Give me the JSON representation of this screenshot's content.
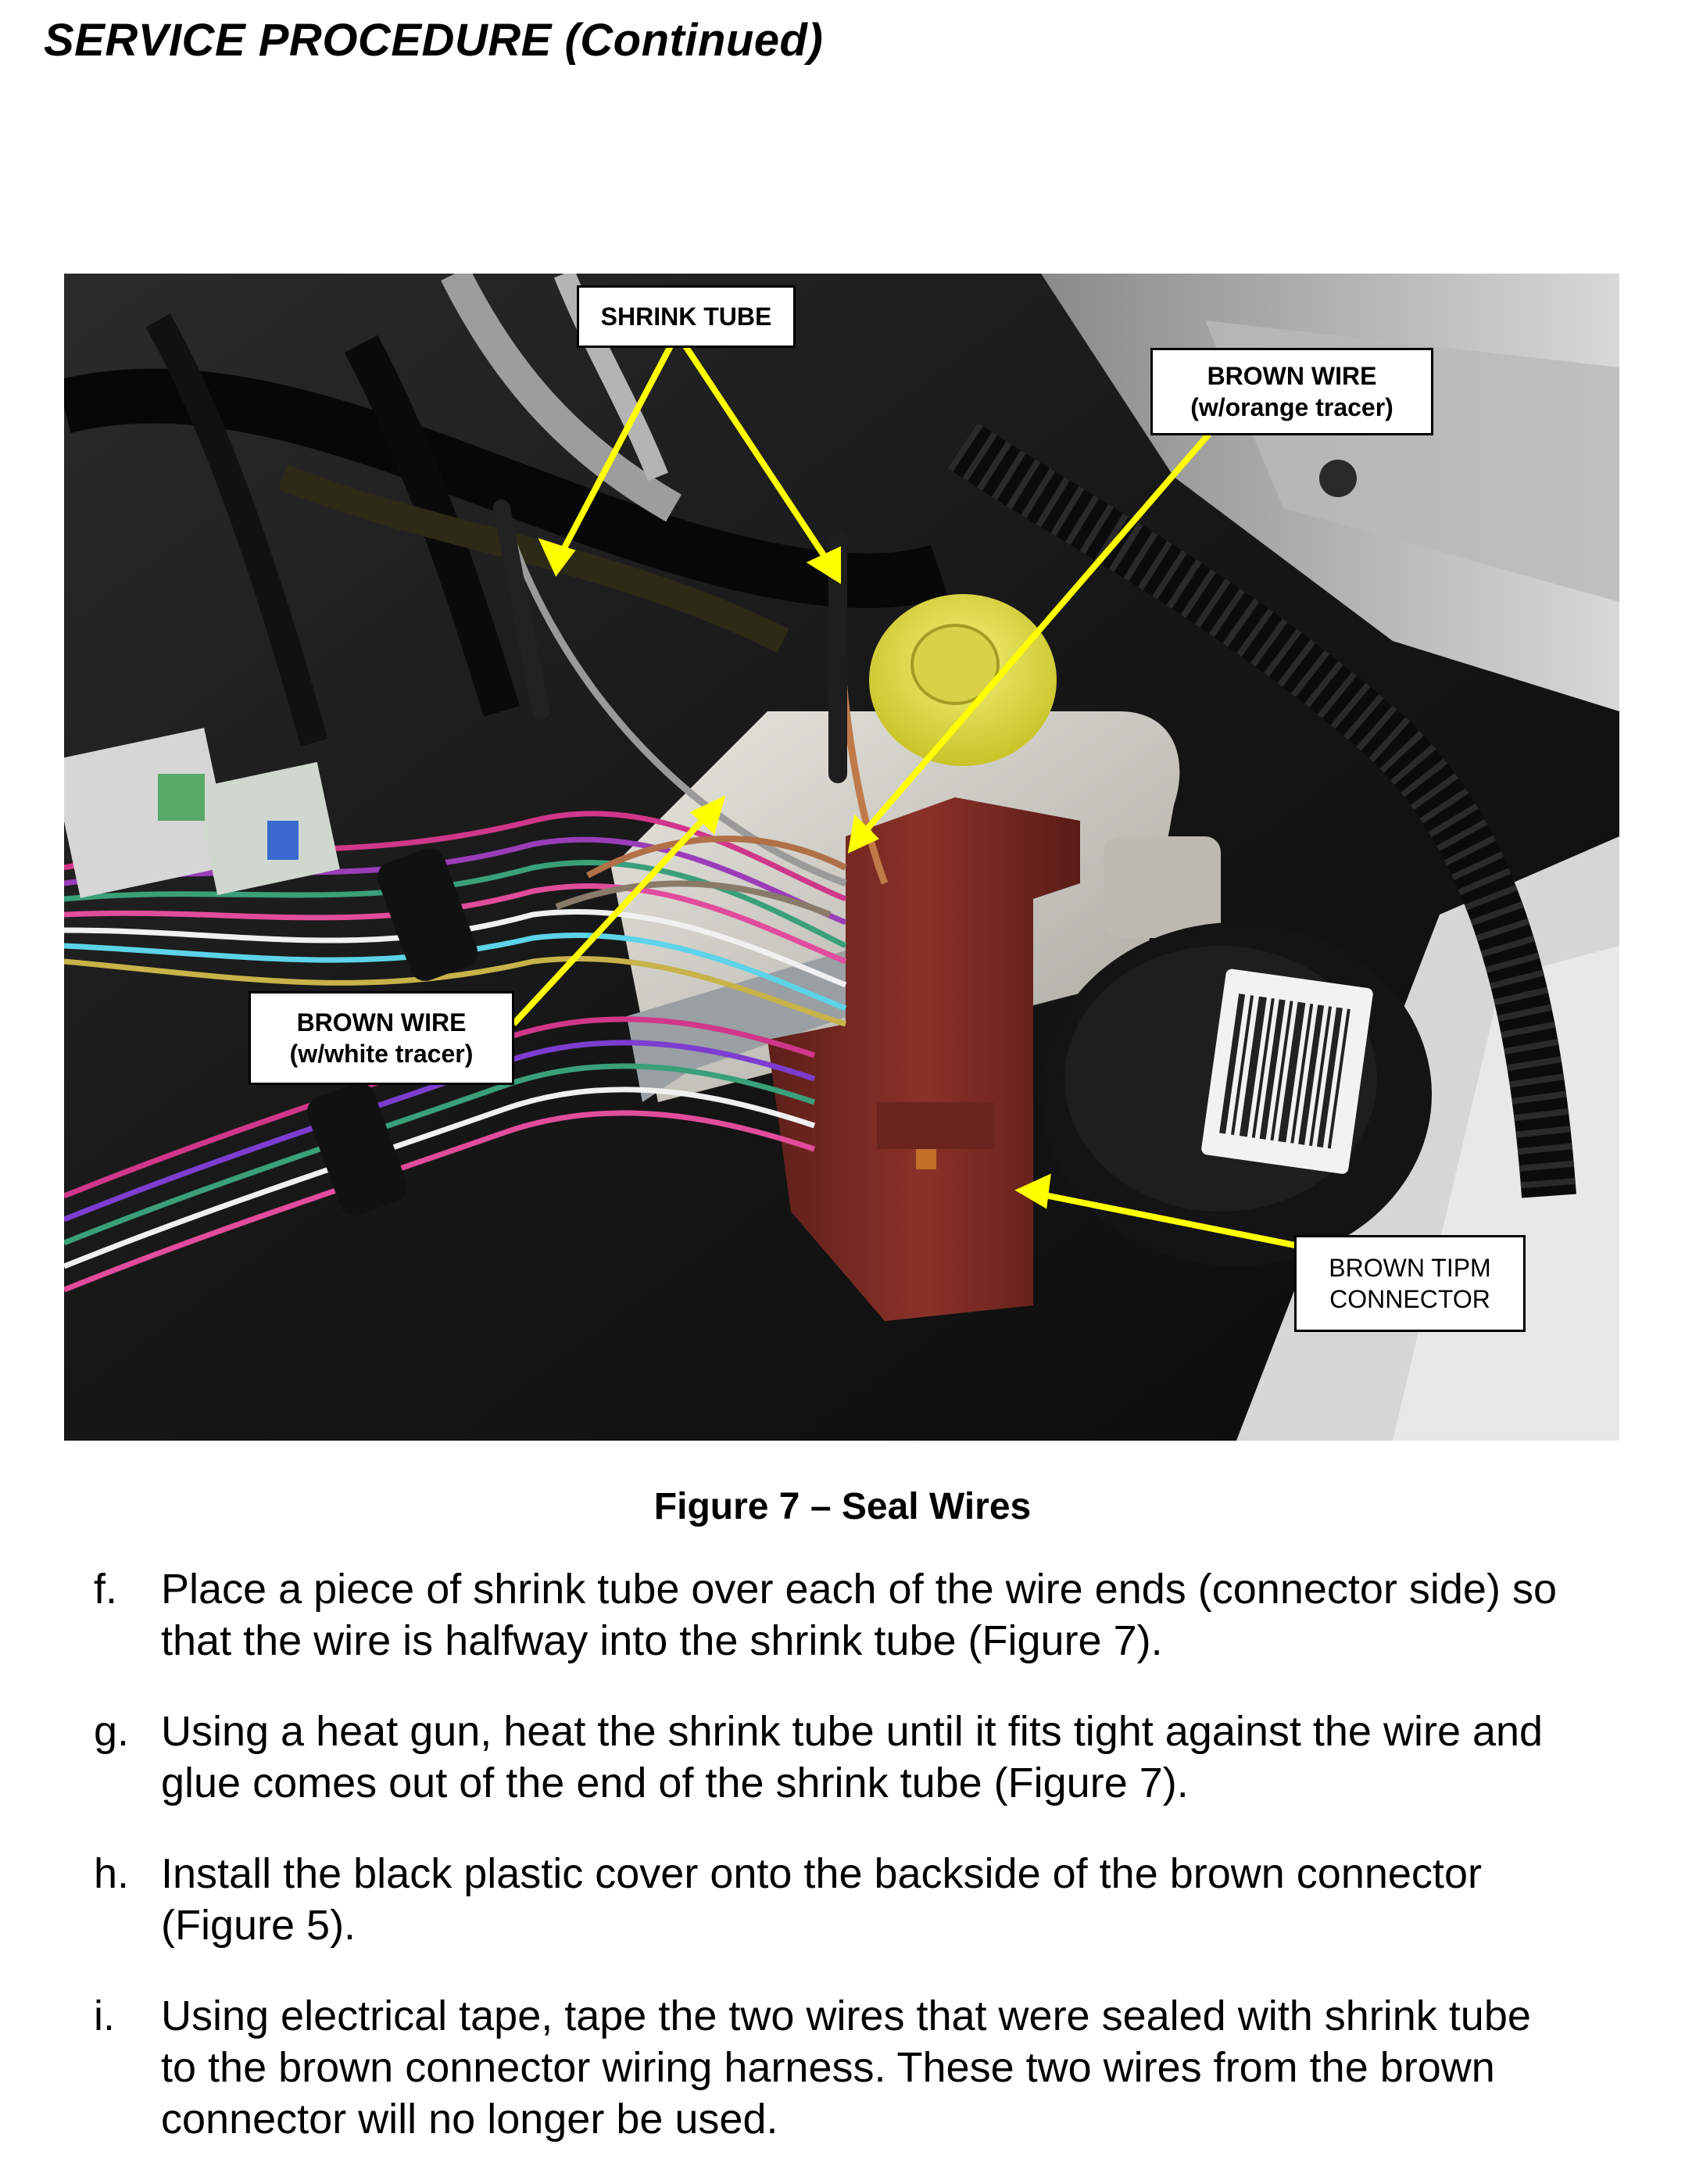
{
  "heading": "SERVICE PROCEDURE (Continued)",
  "figure": {
    "callouts": {
      "shrink_tube": {
        "lines": [
          "SHRINK TUBE"
        ]
      },
      "brown_wire_orange": {
        "lines": [
          "BROWN WIRE",
          "(w/orange tracer)"
        ]
      },
      "brown_wire_white": {
        "lines": [
          "BROWN WIRE",
          "(w/white tracer)"
        ]
      },
      "brown_tipm": {
        "lines": [
          "BROWN TIPM",
          "CONNECTOR"
        ]
      }
    },
    "caption": "Figure 7 – Seal Wires",
    "colors": {
      "arrow": "#ffff00",
      "connector": "#7a2a22",
      "reservoir_cap": "#e6e23a"
    }
  },
  "steps": [
    {
      "marker": "f.",
      "lines": [
        "Place a piece of shrink tube over each of the wire ends (connector side) so",
        "that the wire is halfway into the shrink tube (Figure 7)."
      ]
    },
    {
      "marker": "g.",
      "lines": [
        "Using a heat gun, heat the shrink tube until it fits tight against the wire and",
        "glue comes out of the end of the shrink tube (Figure 7)."
      ]
    },
    {
      "marker": "h.",
      "lines": [
        "Install the black plastic cover onto the backside of the brown connector",
        "(Figure 5)."
      ]
    },
    {
      "marker": "i.",
      "lines": [
        "Using electrical tape, tape the two wires that were sealed with shrink tube",
        "to the brown connector wiring harness.  These two wires from the brown",
        "connector will no longer be used."
      ]
    }
  ]
}
